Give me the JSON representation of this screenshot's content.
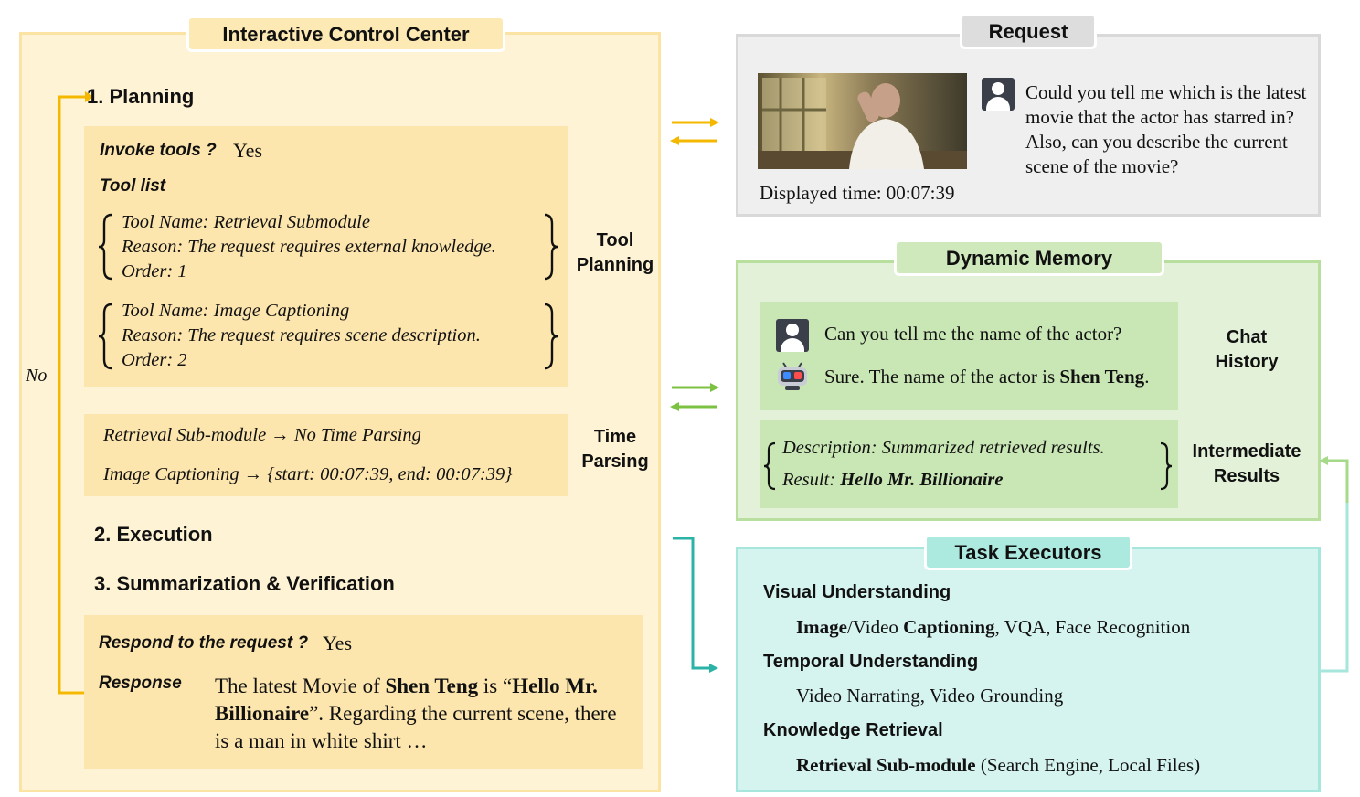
{
  "control_center": {
    "title": "Interactive Control Center",
    "planning_title": "1. Planning",
    "invoke_tools_label": "Invoke tools ?",
    "invoke_tools_value": "Yes",
    "tool_list_label": "Tool list",
    "tools": [
      {
        "name": "Tool Name: Retrieval Submodule",
        "reason": "Reason: The request requires external knowledge.",
        "order": "Order: 1"
      },
      {
        "name": "Tool Name: Image Captioning",
        "reason": "Reason: The request requires scene description.",
        "order": "Order: 2"
      }
    ],
    "tool_planning_label_1": "Tool",
    "tool_planning_label_2": "Planning",
    "time_parsing": [
      "Retrieval Sub-module → No Time Parsing",
      "Image Captioning → {start: 00:07:39, end: 00:07:39}"
    ],
    "time_parsing_label_1": "Time",
    "time_parsing_label_2": "Parsing",
    "execution_title": "2. Execution",
    "summarization_title": "3. Summarization & Verification",
    "respond_label": "Respond to the request ?",
    "respond_value": "Yes",
    "response_label": "Response",
    "response_text": {
      "p1": "The latest Movie of ",
      "actor": "Shen Teng",
      "p2": " is “",
      "movie": "Hello Mr. Billionaire",
      "p3": "”. Regarding the current scene, there is a man in white shirt  …"
    },
    "loop_label": "No"
  },
  "request": {
    "title": "Request",
    "displayed_time": "Displayed time: 00:07:39",
    "question": "Could you tell me which is the latest movie that the actor has starred in? Also, can you describe the current scene of the movie?"
  },
  "memory": {
    "title": "Dynamic Memory",
    "chat_user": "Can you tell me the name of the actor?",
    "chat_bot_prefix": "Sure. The name of the actor is ",
    "chat_bot_name": "Shen Teng",
    "chat_bot_suffix": ".",
    "chat_history_label_1": "Chat",
    "chat_history_label_2": "History",
    "description": "Description: Summarized retrieved results.",
    "result_label": "Result: ",
    "result_value": "Hello Mr. Billionaire",
    "intermediate_label_1": "Intermediate",
    "intermediate_label_2": "Results"
  },
  "executors": {
    "title": "Task Executors",
    "categories": [
      {
        "name": "Visual Understanding"
      },
      {
        "name": "Temporal Understanding",
        "items": "Video Narrating, Video Grounding"
      },
      {
        "name": "Knowledge Retrieval"
      }
    ],
    "visual_items": {
      "b1": "Image",
      "t1": "/Video ",
      "b2": "Captioning",
      "t2": ", VQA, Face Recognition"
    },
    "retrieval_items": {
      "b1": "Retrieval Sub-module",
      "t1": " (Search Engine, Local Files)"
    }
  },
  "colors": {
    "yellow_arrow": "#f5b800",
    "green_arrow": "#7cc242",
    "teal_arrow": "#2ab3a6",
    "loop_line": "#f5b800"
  },
  "icons": [
    "user-icon",
    "robot-icon",
    "video-frame-image"
  ]
}
